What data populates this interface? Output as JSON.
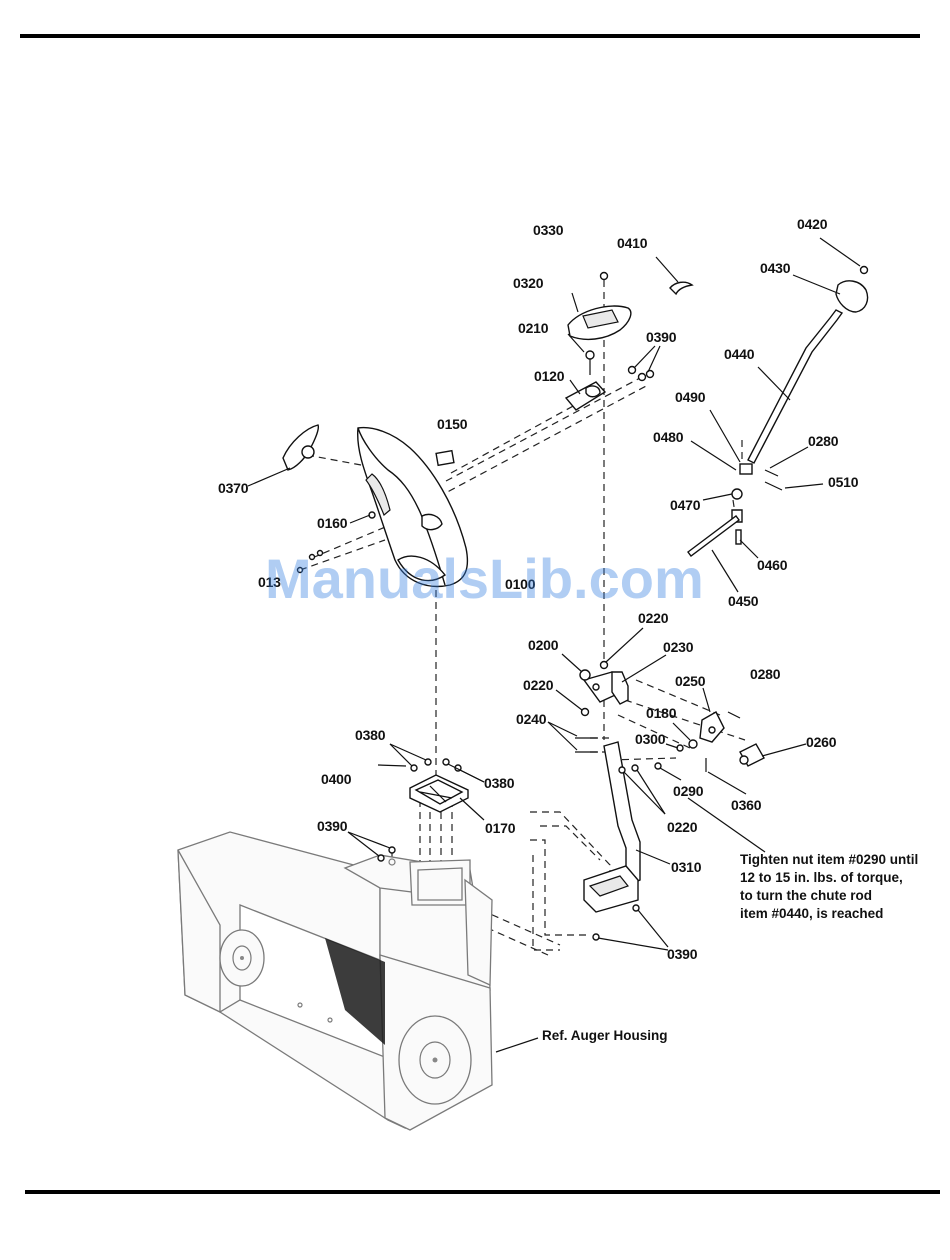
{
  "watermark": "ManualsLib.com",
  "labels": {
    "p0330": "0330",
    "p0410": "0410",
    "p0420": "0420",
    "p0430": "0430",
    "p0320": "0320",
    "p0210": "0210",
    "p0390_top": "0390",
    "p0440": "0440",
    "p0120": "0120",
    "p0490": "0490",
    "p0150": "0150",
    "p0480": "0480",
    "p0280_top": "0280",
    "p0370": "0370",
    "p0510": "0510",
    "p0470": "0470",
    "p0160": "0160",
    "p0460": "0460",
    "p0130_partial": "013",
    "p0100_partial": "0100",
    "p0450": "0450",
    "p0220_a": "0220",
    "p0200": "0200",
    "p0230": "0230",
    "p0280_mid": "0280",
    "p0220_b": "0220",
    "p0250": "0250",
    "p0180": "0180",
    "p0240": "0240",
    "p0300": "0300",
    "p0260": "0260",
    "p0380_a": "0380",
    "p0400": "0400",
    "p0380_b": "0380",
    "p0290": "0290",
    "p0360": "0360",
    "p0220_c": "0220",
    "p0170": "0170",
    "p0390_mid": "0390",
    "p0310": "0310",
    "p0390_bot": "0390"
  },
  "note_lines": [
    "Tighten nut item #0290 until",
    "12 to 15 in. lbs. of torque,",
    "to turn the chute rod",
    "item #0440, is reached"
  ],
  "ref_label": "Ref. Auger Housing"
}
